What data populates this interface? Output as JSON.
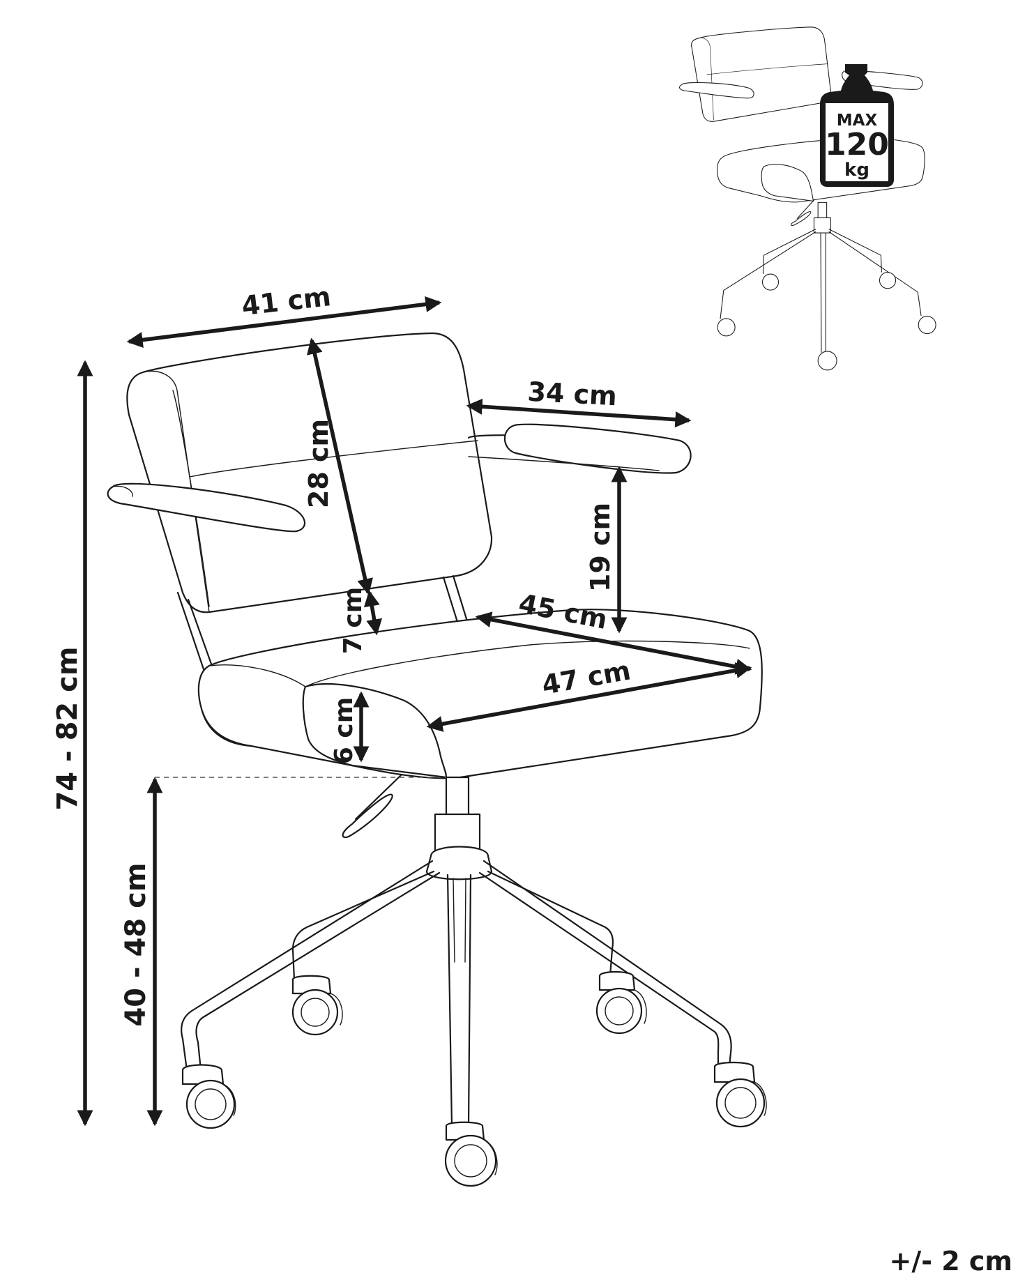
{
  "dimensions": {
    "backrest_width": "41 cm",
    "backrest_height": "28 cm",
    "armrest_depth": "34 cm",
    "armrest_height": "19 cm",
    "back_gap": "7 cm",
    "seat_depth": "45 cm",
    "seat_width": "47 cm",
    "seat_thickness": "6 cm",
    "total_height": "74 - 82 cm",
    "seat_height": "40 - 48 cm"
  },
  "weight_badge": {
    "line1": "MAX",
    "line2": "120",
    "line3": "kg"
  },
  "tolerance": "+/- 2 cm",
  "colors": {
    "line": "#1a1a1a",
    "background": "#ffffff"
  }
}
